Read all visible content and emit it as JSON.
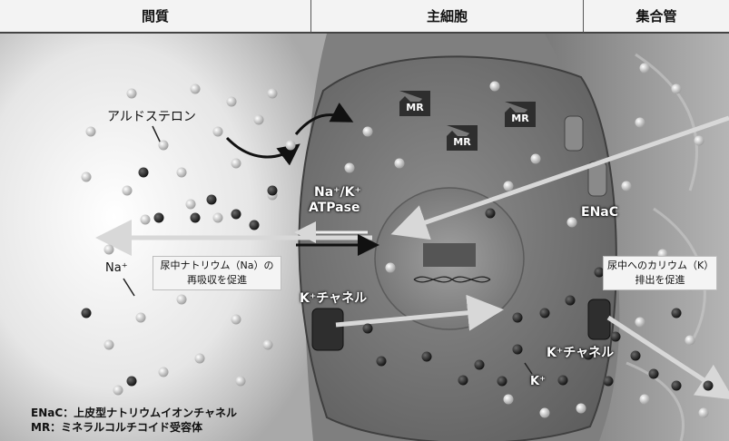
{
  "header": {
    "interstitium": "間質",
    "principal_cell": "主細胞",
    "collecting_duct": "集合管"
  },
  "labels": {
    "aldosterone": "アルドステロン",
    "na_ion": "Na⁺",
    "na_k_atpase_line1": "Na⁺/K⁺",
    "na_k_atpase_line2": "ATPase",
    "k_channel_left": "K⁺チャネル",
    "k_channel_right": "K⁺チャネル",
    "k_ion": "K⁺",
    "enac": "ENaC",
    "mr": "MR"
  },
  "boxes": {
    "na_reabsorption_line1": "尿中ナトリウム（Na）の",
    "na_reabsorption_line2": "再吸収を促進",
    "k_excretion_line1": "尿中へのカリウム（K）",
    "k_excretion_line2": "排出を促進"
  },
  "legend": {
    "enac_line": "ENaC：上皮型ナトリウムイオンチャネル",
    "mr_line": "MR：ミネラルコルチコイド受容体"
  }
}
